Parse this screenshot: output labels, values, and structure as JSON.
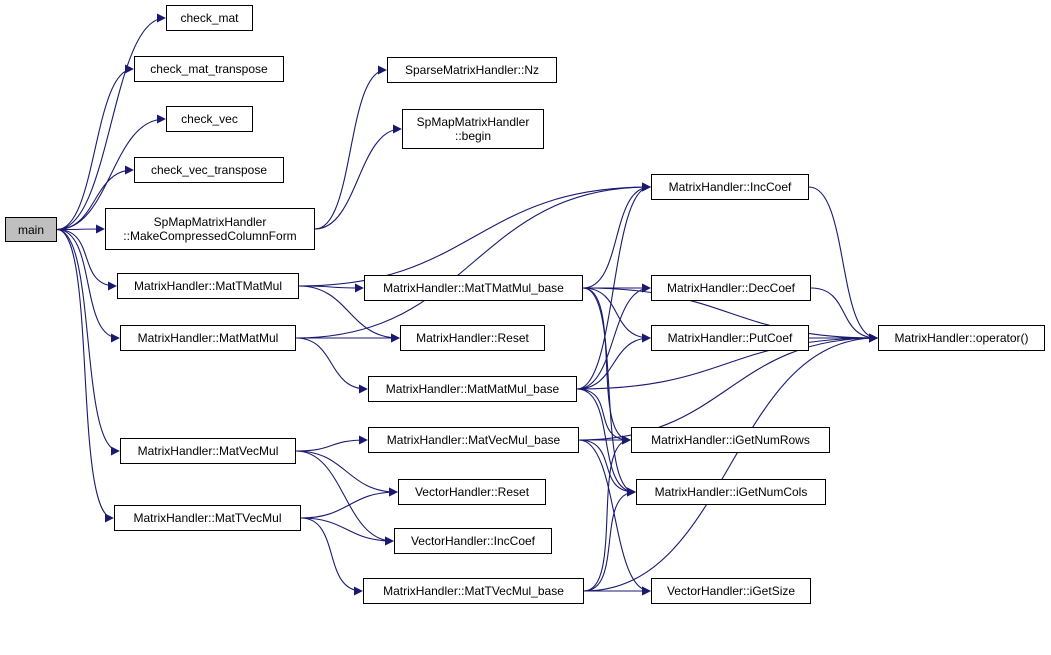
{
  "colors": {
    "edge": "#191970",
    "node_border": "#000000",
    "root_fill": "#bfbfbf",
    "node_fill": "#ffffff"
  },
  "nodes": {
    "main": {
      "lines": [
        "main"
      ]
    },
    "check_mat": {
      "lines": [
        "check_mat"
      ]
    },
    "check_mat_transpose": {
      "lines": [
        "check_mat_transpose"
      ]
    },
    "check_vec": {
      "lines": [
        "check_vec"
      ]
    },
    "check_vec_transpose": {
      "lines": [
        "check_vec_transpose"
      ]
    },
    "make_ccf": {
      "lines": [
        "SpMapMatrixHandler",
        "::MakeCompressedColumnForm"
      ]
    },
    "sparse_nz": {
      "lines": [
        "SparseMatrixHandler::Nz"
      ]
    },
    "spmap_begin": {
      "lines": [
        "SpMapMatrixHandler",
        "::begin"
      ]
    },
    "inc_coef": {
      "lines": [
        "MatrixHandler::IncCoef"
      ]
    },
    "mat_tmatmul": {
      "lines": [
        "MatrixHandler::MatTMatMul"
      ]
    },
    "mat_tmatmul_base": {
      "lines": [
        "MatrixHandler::MatTMatMul_base"
      ]
    },
    "dec_coef": {
      "lines": [
        "MatrixHandler::DecCoef"
      ]
    },
    "mat_matmul": {
      "lines": [
        "MatrixHandler::MatMatMul"
      ]
    },
    "reset": {
      "lines": [
        "MatrixHandler::Reset"
      ]
    },
    "put_coef": {
      "lines": [
        "MatrixHandler::PutCoef"
      ]
    },
    "operator": {
      "lines": [
        "MatrixHandler::operator()"
      ]
    },
    "mat_matmul_base": {
      "lines": [
        "MatrixHandler::MatMatMul_base"
      ]
    },
    "mat_vecmul": {
      "lines": [
        "MatrixHandler::MatVecMul"
      ]
    },
    "mat_vecmul_base": {
      "lines": [
        "MatrixHandler::MatVecMul_base"
      ]
    },
    "get_num_rows": {
      "lines": [
        "MatrixHandler::iGetNumRows"
      ]
    },
    "get_num_cols": {
      "lines": [
        "MatrixHandler::iGetNumCols"
      ]
    },
    "vec_reset": {
      "lines": [
        "VectorHandler::Reset"
      ]
    },
    "mat_tvecmul": {
      "lines": [
        "MatrixHandler::MatTVecMul"
      ]
    },
    "vec_inc_coef": {
      "lines": [
        "VectorHandler::IncCoef"
      ]
    },
    "mat_tvecmul_base": {
      "lines": [
        "MatrixHandler::MatTVecMul_base"
      ]
    },
    "vec_get_size": {
      "lines": [
        "VectorHandler::iGetSize"
      ]
    }
  },
  "edges": [
    [
      "main",
      "check_mat"
    ],
    [
      "main",
      "check_mat_transpose"
    ],
    [
      "main",
      "check_vec"
    ],
    [
      "main",
      "check_vec_transpose"
    ],
    [
      "main",
      "make_ccf"
    ],
    [
      "main",
      "mat_tmatmul"
    ],
    [
      "main",
      "mat_matmul"
    ],
    [
      "main",
      "mat_vecmul"
    ],
    [
      "main",
      "mat_tvecmul"
    ],
    [
      "make_ccf",
      "sparse_nz"
    ],
    [
      "make_ccf",
      "spmap_begin"
    ],
    [
      "mat_tmatmul",
      "inc_coef"
    ],
    [
      "mat_tmatmul",
      "mat_tmatmul_base"
    ],
    [
      "mat_tmatmul",
      "reset"
    ],
    [
      "mat_matmul",
      "inc_coef"
    ],
    [
      "mat_matmul",
      "reset"
    ],
    [
      "mat_matmul",
      "mat_matmul_base"
    ],
    [
      "mat_tmatmul_base",
      "inc_coef"
    ],
    [
      "mat_tmatmul_base",
      "operator"
    ],
    [
      "mat_tmatmul_base",
      "dec_coef"
    ],
    [
      "mat_tmatmul_base",
      "put_coef"
    ],
    [
      "mat_tmatmul_base",
      "get_num_rows"
    ],
    [
      "mat_tmatmul_base",
      "get_num_cols"
    ],
    [
      "mat_matmul_base",
      "inc_coef"
    ],
    [
      "mat_matmul_base",
      "dec_coef"
    ],
    [
      "mat_matmul_base",
      "put_coef"
    ],
    [
      "mat_matmul_base",
      "operator"
    ],
    [
      "mat_matmul_base",
      "get_num_rows"
    ],
    [
      "mat_matmul_base",
      "get_num_cols"
    ],
    [
      "inc_coef",
      "operator"
    ],
    [
      "dec_coef",
      "operator"
    ],
    [
      "put_coef",
      "operator"
    ],
    [
      "mat_vecmul",
      "mat_vecmul_base"
    ],
    [
      "mat_vecmul",
      "vec_reset"
    ],
    [
      "mat_vecmul",
      "vec_inc_coef"
    ],
    [
      "mat_tvecmul",
      "vec_reset"
    ],
    [
      "mat_tvecmul",
      "vec_inc_coef"
    ],
    [
      "mat_tvecmul",
      "mat_tvecmul_base"
    ],
    [
      "mat_vecmul_base",
      "get_num_rows"
    ],
    [
      "mat_vecmul_base",
      "get_num_cols"
    ],
    [
      "mat_vecmul_base",
      "vec_get_size"
    ],
    [
      "mat_vecmul_base",
      "operator"
    ],
    [
      "mat_tvecmul_base",
      "get_num_rows"
    ],
    [
      "mat_tvecmul_base",
      "get_num_cols"
    ],
    [
      "mat_tvecmul_base",
      "vec_get_size"
    ],
    [
      "mat_tvecmul_base",
      "operator"
    ]
  ]
}
